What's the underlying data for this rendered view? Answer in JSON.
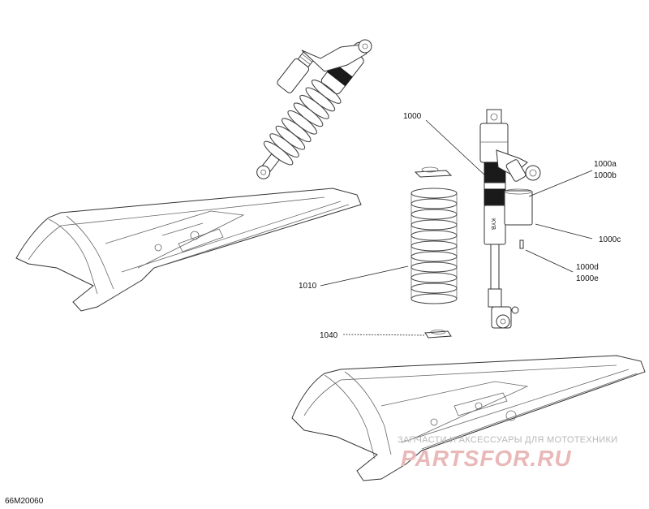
{
  "diagram_code": "66M20060",
  "callouts": {
    "c1000": "1000",
    "c1000a": "1000a",
    "c1000b": "1000b",
    "c1000c": "1000c",
    "c1000d": "1000d",
    "c1000e": "1000e",
    "c1010": "1010",
    "c1040": "1040"
  },
  "watermark": {
    "tagline": "ЗАПЧАСТИ И АКСЕССУАРЫ ДЛЯ МОТОТЕХНИКИ",
    "logo": "PARTSFOR.RU"
  },
  "colors": {
    "line": "#222222",
    "dark_band": "#1a1a1a",
    "watermark_logo": "#e9b8b8"
  }
}
